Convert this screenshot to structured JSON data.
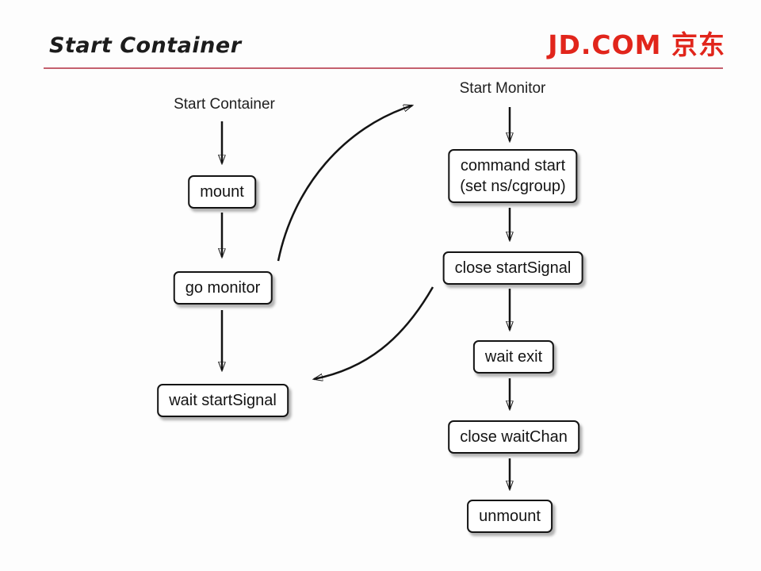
{
  "header": {
    "title": "Start Container",
    "logo_text": "JD.COM 京东",
    "logo_color": "#e1251b",
    "divider_color": "#c4606e"
  },
  "diagram": {
    "left_flow": {
      "label": "Start Container",
      "nodes": [
        {
          "label": "mount"
        },
        {
          "label": "go monitor"
        },
        {
          "label": "wait startSignal"
        }
      ]
    },
    "right_flow": {
      "label": "Start Monitor",
      "nodes": [
        {
          "label": "command start\n(set ns/cgroup)"
        },
        {
          "label": "close startSignal"
        },
        {
          "label": "wait exit"
        },
        {
          "label": "close waitChan"
        },
        {
          "label": "unmount"
        }
      ]
    },
    "cross_links": [
      {
        "from": "go monitor",
        "to": "Start Monitor"
      },
      {
        "from": "close startSignal",
        "to": "wait startSignal"
      }
    ]
  }
}
